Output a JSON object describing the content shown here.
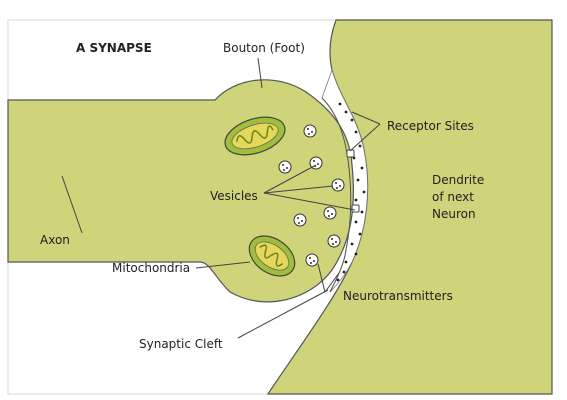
{
  "diagram": {
    "title": "A SYNAPSE",
    "labels": {
      "bouton": "Bouton (Foot)",
      "receptor_sites": "Receptor Sites",
      "dendrite_line1": "Dendrite",
      "dendrite_line2": "of next",
      "dendrite_line3": "Neuron",
      "vesicles": "Vesicles",
      "axon": "Axon",
      "mitochondria": "Mitochondria",
      "neurotransmitters": "Neurotransmitters",
      "synaptic_cleft": "Synaptic Cleft"
    },
    "colors": {
      "tissue_fill": "#cfd37a",
      "outline": "#555555",
      "mitochondria_fill": "#9fbe3a",
      "mitochondria_inner": "#e6d65a",
      "vesicle_fill": "#ffffff",
      "leader_line": "#444444"
    }
  }
}
